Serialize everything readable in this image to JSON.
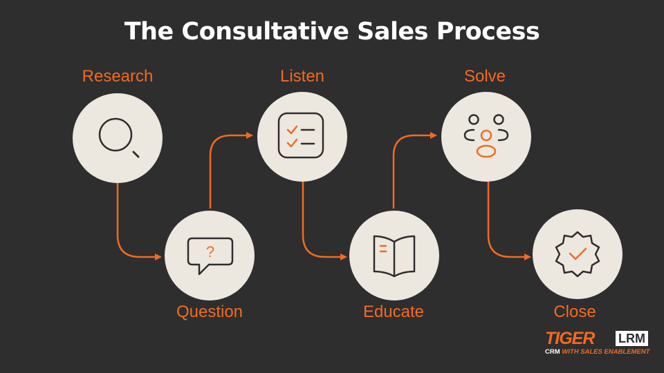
{
  "title": "The Consultative Sales Process",
  "steps": [
    {
      "label": "Research",
      "icon": "magnifier-icon"
    },
    {
      "label": "Question",
      "icon": "speech-bubble-question-icon"
    },
    {
      "label": "Listen",
      "icon": "checklist-icon"
    },
    {
      "label": "Educate",
      "icon": "open-book-icon"
    },
    {
      "label": "Solve",
      "icon": "group-people-icon"
    },
    {
      "label": "Close",
      "icon": "check-badge-icon"
    }
  ],
  "logo": {
    "wordmark": "TIGER",
    "badge": "LRM",
    "tag_prefix": "CRM",
    "tag_accent": "WITH SALES ENABLEMENT"
  },
  "colors": {
    "background": "#2e2e2e",
    "accent": "#f26b22",
    "node_fill": "#ece8df",
    "icon_dark": "#2e2e2e"
  }
}
